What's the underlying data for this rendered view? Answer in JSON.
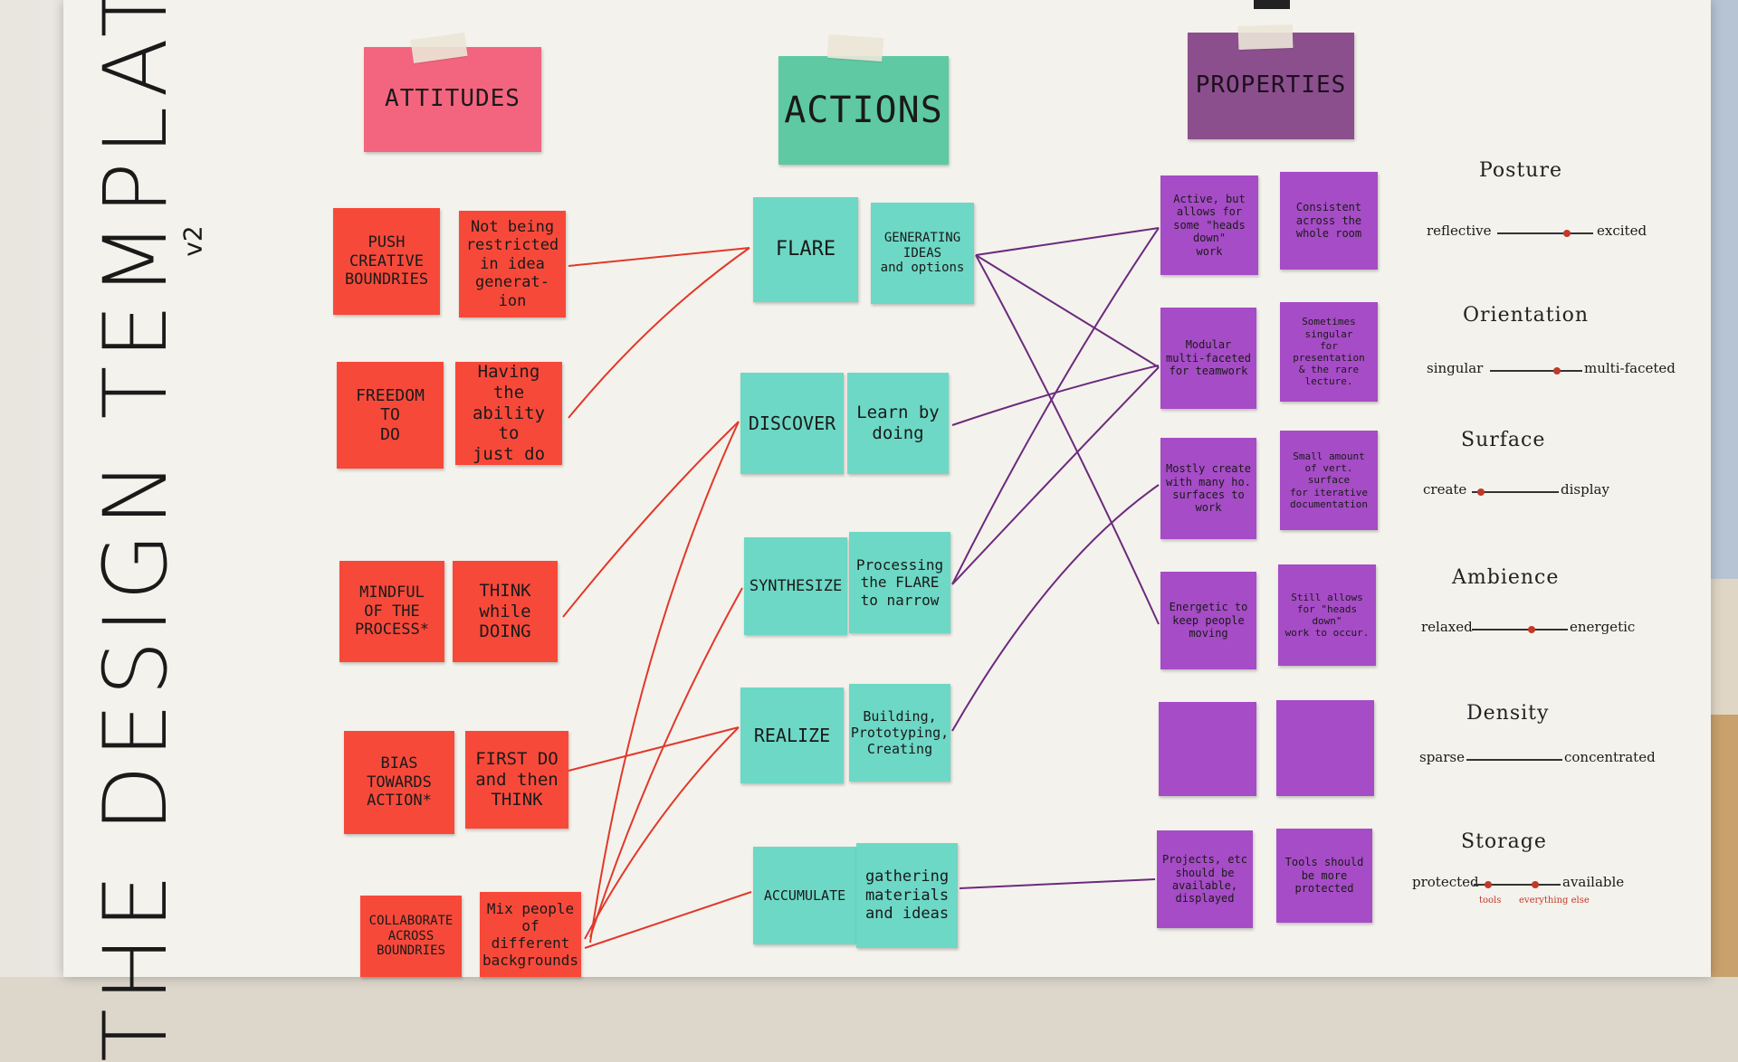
{
  "board": {
    "title": "THE DESIGN TEMPLATE",
    "subtitle": "v2"
  },
  "headers": {
    "attitudes": "ATTITUDES",
    "actions": "ACTIONS",
    "properties": "PROPERTIES"
  },
  "attitudes": [
    {
      "label": "PUSH\nCREATIVE\nBOUNDRIES",
      "note": "Not being\nrestricted\nin idea generat-\nion"
    },
    {
      "label": "FREEDOM\nTO\nDO",
      "note": "Having the\nability to\njust do"
    },
    {
      "label": "MINDFUL\nOF THE\nPROCESS*",
      "note": "THINK\nwhile\nDOING"
    },
    {
      "label": "BIAS\nTOWARDS\nACTION*",
      "note": "FIRST DO\nand then\nTHINK"
    },
    {
      "label": "COLLABORATE\nACROSS\nBOUNDRIES",
      "note": "Mix people\nof different\nbackgrounds"
    }
  ],
  "actions": [
    {
      "label": "FLARE",
      "note": "GENERATING\nIDEAS\nand options"
    },
    {
      "label": "DISCOVER",
      "note": "Learn by\ndoing"
    },
    {
      "label": "SYNTHESIZE",
      "note": "Processing\nthe FLARE\nto narrow"
    },
    {
      "label": "REALIZE",
      "note": "Building,\nPrototyping,\nCreating"
    },
    {
      "label": "ACCUMULATE",
      "note": "gathering\nmaterials\nand ideas"
    }
  ],
  "properties": [
    {
      "left": "Active, but\nallows for\nsome \"heads down\"\nwork",
      "right": "Consistent\nacross the\nwhole room"
    },
    {
      "left": "Modular\nmulti-faceted\nfor teamwork",
      "right": "Sometimes singular\nfor presentation\n& the rare\nlecture."
    },
    {
      "left": "Mostly create\nwith many ho.\nsurfaces to\nwork",
      "right": "Small amount\nof vert. surface\nfor iterative\ndocumentation"
    },
    {
      "left": "Energetic to\nkeep people\nmoving",
      "right": "Still allows\nfor \"heads down\"\nwork to occur."
    },
    {
      "left": "",
      "right": ""
    },
    {
      "left": "Projects, etc\nshould be\navailable,\ndisplayed",
      "right": "Tools should\nbe more\nprotected"
    }
  ],
  "scales": [
    {
      "title": "Posture",
      "left": "reflective",
      "right": "excited",
      "position": 0.75
    },
    {
      "title": "Orientation",
      "left": "singular",
      "right": "multi-faceted",
      "position": 0.82
    },
    {
      "title": "Surface",
      "left": "create",
      "right": "display",
      "position": 0.12
    },
    {
      "title": "Ambience",
      "left": "relaxed",
      "right": "energetic",
      "position": 0.75
    },
    {
      "title": "Density",
      "left": "sparse",
      "right": "concentrated",
      "position": null
    },
    {
      "title": "Storage",
      "left": "protected",
      "right": "available",
      "position": null,
      "markers": [
        "tools",
        "everything else"
      ]
    }
  ],
  "colors": {
    "attitude": "#f7493a",
    "action": "#6dd8c5",
    "property": "#a64cc6",
    "red_line": "#e0392b",
    "purple_line": "#6b2a7e"
  }
}
